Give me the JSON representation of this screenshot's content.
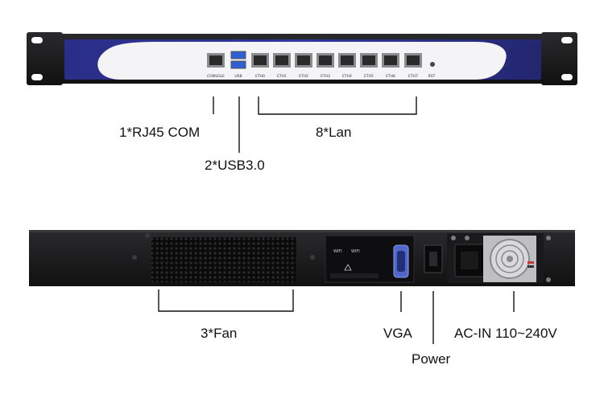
{
  "front_panel": {
    "ports": [
      {
        "label": "CONSOLE",
        "kind": "rj45-console"
      },
      {
        "label": "USB",
        "kind": "usb"
      },
      {
        "label": "ETH0",
        "kind": "rj45"
      },
      {
        "label": "ETH1",
        "kind": "rj45"
      },
      {
        "label": "ETH2",
        "kind": "rj45"
      },
      {
        "label": "ETH3",
        "kind": "rj45"
      },
      {
        "label": "ETH4",
        "kind": "rj45"
      },
      {
        "label": "ETH5",
        "kind": "rj45"
      },
      {
        "label": "ETH6",
        "kind": "rj45"
      },
      {
        "label": "ETH7",
        "kind": "rj45"
      }
    ],
    "reset_label": "RST"
  },
  "callouts": {
    "rj45_com": "1*RJ45 COM",
    "lan": "8*Lan",
    "usb": "2*USB3.0",
    "fan": "3*Fan",
    "vga": "VGA",
    "power": "Power",
    "ac_in": "AC-IN 110~240V"
  },
  "rear_panel": {
    "wifi_labels": [
      "WIFI",
      "WIFI"
    ]
  },
  "colors": {
    "chassis": "#1b1b1d",
    "bezel_blue": "#2b2f8a",
    "bezel_white": "#f4f4f6",
    "port_gray": "#8a8c90",
    "usb_blue": "#2f5fd0"
  }
}
